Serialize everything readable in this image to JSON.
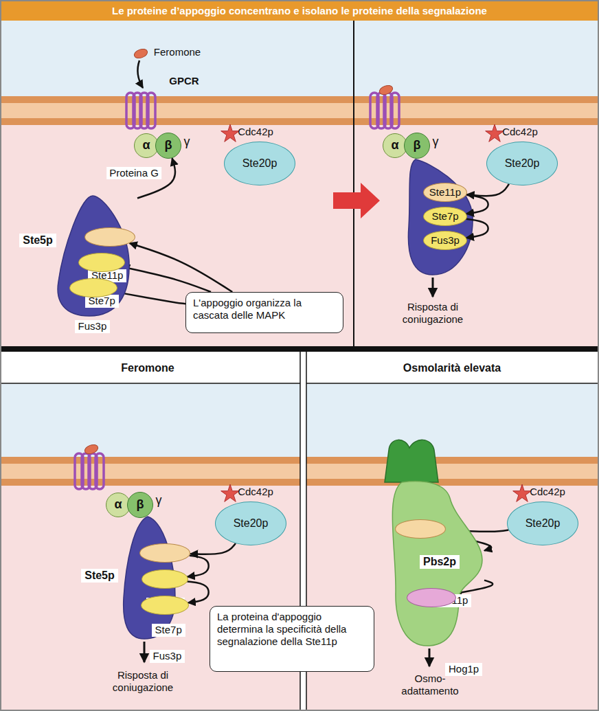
{
  "diagram": {
    "title": "Le proteine d’appoggio concentrano e isolano le proteine della segnalazione",
    "nodes": [
      {
        "text": [
          "α"
        ]
      },
      {
        "text": [
          "β"
        ]
      },
      {
        "text": [
          "Ste20p"
        ]
      },
      {
        "text": [
          "Ste5p"
        ]
      },
      {
        "text": [
          "Ste11p"
        ],
        "in": 3
      },
      {
        "text": [
          "Ste7p"
        ],
        "in": 3
      },
      {
        "text": [
          "Fus3p"
        ],
        "in": 3
      },
      {
        "text": [
          "L'appoggio organizza la cascata delle MAPK"
        ]
      },
      {
        "text": [
          "α"
        ]
      },
      {
        "text": [
          "β"
        ]
      },
      {
        "text": [
          "Ste20p"
        ]
      },
      {
        "text": [
          "Ste11p"
        ]
      },
      {
        "text": [
          "Ste7p"
        ]
      },
      {
        "text": [
          "Fus3p"
        ]
      },
      {
        "text": [
          "α"
        ]
      },
      {
        "text": [
          "β"
        ]
      },
      {
        "text": [
          "Ste20p"
        ]
      },
      {
        "text": [
          "Ste5p"
        ]
      },
      {
        "text": [
          "Ste11p"
        ],
        "in": 17
      },
      {
        "text": [
          "Ste7p"
        ],
        "in": 17
      },
      {
        "text": [
          "Fus3p"
        ],
        "in": 17
      },
      {
        "text": [
          "La proteina d'appoggio determina la specificità della segnalazione della Ste11p"
        ]
      },
      {
        "text": [
          "Ste20p"
        ]
      },
      {
        "text": [
          "Pbs2p"
        ]
      },
      {
        "text": [
          "Ste11p"
        ],
        "in": 23
      },
      {
        "text": [
          "Hog1p"
        ],
        "in": 23
      }
    ],
    "edges": [
      {
        "from": 3,
        "to": 1,
        "arrow": "to"
      },
      {
        "from": 7,
        "to": 4,
        "arrow": "to"
      },
      {
        "from": 7,
        "to": 5,
        "arrow": "to"
      },
      {
        "from": 7,
        "to": 6,
        "arrow": "to"
      },
      {
        "from": 10,
        "to": 11,
        "arrow": "to"
      },
      {
        "from": 11,
        "to": 12,
        "arrow": "to"
      },
      {
        "from": 12,
        "to": 13,
        "arrow": "to"
      },
      {
        "from": 16,
        "to": 18,
        "arrow": "to"
      },
      {
        "from": 18,
        "to": 19,
        "arrow": "to"
      },
      {
        "from": 19,
        "to": 20,
        "arrow": "to"
      },
      {
        "from": 22,
        "to": 24,
        "arrow": "to"
      },
      {
        "from": 24,
        "to": 23,
        "arrow": "to"
      },
      {
        "from": 23,
        "to": 25,
        "arrow": "to"
      }
    ],
    "labels": [
      "Feromone",
      "GPCR",
      "γ",
      "Proteina G",
      "Cdc42p",
      "γ",
      "Cdc42p",
      "Risposta di coniugazione",
      "Feromone",
      "Osmolarità elevata",
      "γ",
      "Cdc42p",
      "Risposta di coniugazione",
      "Cdc42p",
      "Osmo- adattamento"
    ]
  }
}
